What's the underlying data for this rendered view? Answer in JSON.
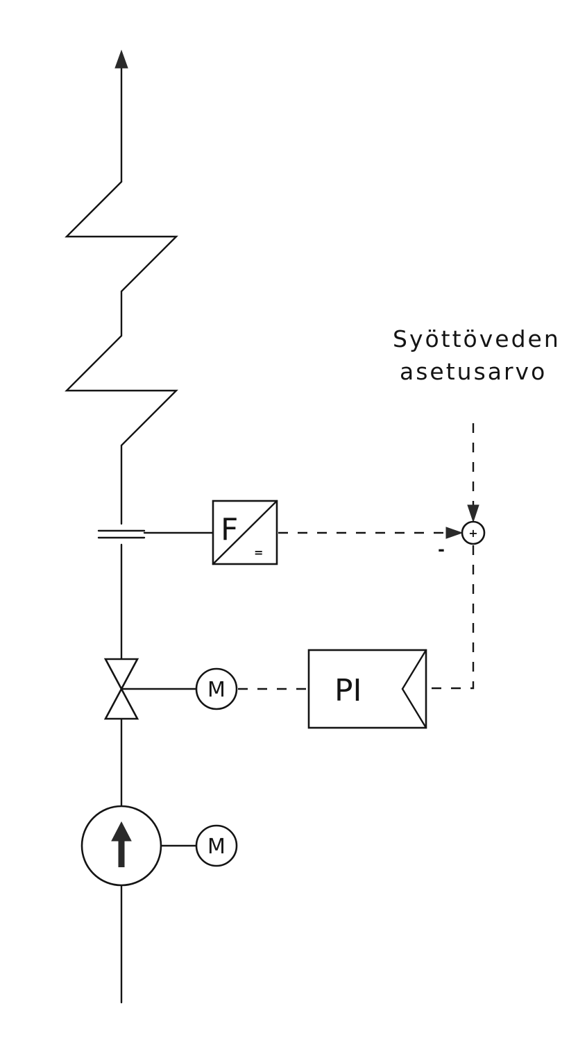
{
  "setpoint": {
    "line1": "Syöttöveden",
    "line2": "asetusarvo"
  },
  "transmitter": {
    "measured": "F",
    "output": "="
  },
  "controller": {
    "label": "PI"
  },
  "valve_motor": {
    "label": "M"
  },
  "pump_motor": {
    "label": "M"
  },
  "summing_junction": {
    "plus": "+",
    "minus": "-"
  }
}
